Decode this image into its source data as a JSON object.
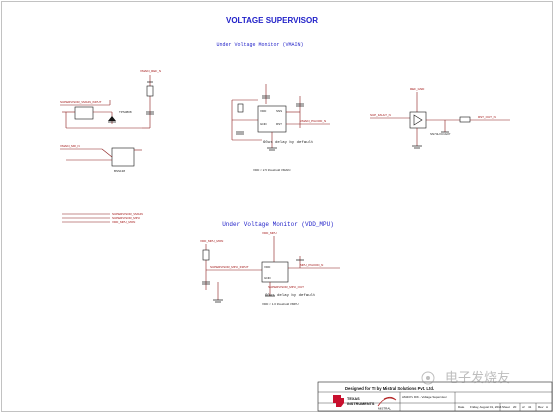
{
  "title": "VOLTAGE SUPERVISOR",
  "sections": {
    "vmain": {
      "title": "Under Voltage Monitor (VMAIN)",
      "delay_note": "60us delay by default",
      "spec_note": "VDD < 2.5 threshold VMAIN"
    },
    "vdd_mpu": {
      "title": "Under Voltage Monitor (VDD_MPU)",
      "delay_note": "60us delay by default",
      "spec_note": "VDD < 1.0 threshold VMPU"
    }
  },
  "labels": {
    "vmain_in": "SUPERVISOR_VMAIN_INPUT",
    "vmain_mr": "VMAIN_MR_N",
    "vmain_ref": "VMAIN_REF_N",
    "sup_fault": "SUP_FAULT_N",
    "pgood": "VMAIN_PGOOD_N",
    "rst_out": "RST_OUT_N",
    "ref_gnd": "REF_GND",
    "vdd_mon": "VDD_MPU_MON",
    "mpu_in": "SUPERVISOR_MPU_INPUT",
    "mpu_pg": "MPU_PGOOD_N",
    "mpu_out": "SUPERVISOR_MPU_OUT"
  },
  "title_block": {
    "designed_for": "Designed for TI by Mistral Solutions Pvt. Ltd.",
    "company_line1": "TEXAS",
    "company_line2": "INSTRUMENTS",
    "partner": "MISTRAL",
    "date_label": "Date",
    "date_value": "Friday, August 01, 2014",
    "sheet_label": "Sheet",
    "sheet_value": "20",
    "of_label": "of",
    "of_value": "41",
    "rev_label": "Rev",
    "rev_value": "A",
    "watermark": "电子发烧友"
  }
}
